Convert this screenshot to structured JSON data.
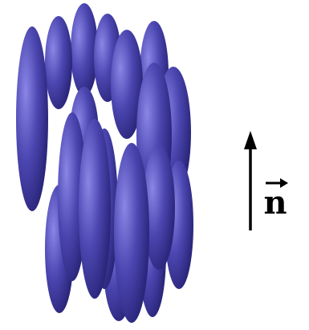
{
  "colors": {
    "ellipsoid_light": "#8a86e6",
    "ellipsoid_mid": "#4b46b0",
    "ellipsoid_dark": "#1e1a66",
    "arrow": "#000000",
    "background": "#ffffff"
  },
  "director": {
    "symbol": "n",
    "vector_mark": "arrow-over-symbol"
  },
  "molecules": {
    "shape": "prolate ellipsoid",
    "orientation": "vertical",
    "count": 21
  }
}
